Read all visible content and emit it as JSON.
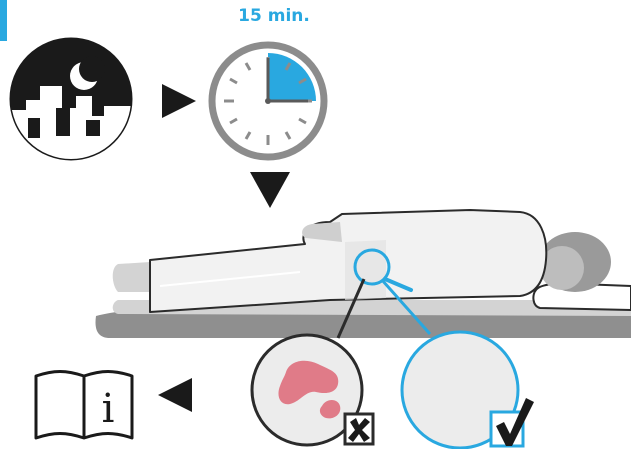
{
  "timer": {
    "duration_label": "15 min.",
    "elapsed_fraction": 0.25
  },
  "colors": {
    "accent": "#29a8e0",
    "icon_dark": "#1a1a1a",
    "clock_ring": "#8c8c8c",
    "sheet": "#f2f2f2",
    "outline": "#2b2b2b",
    "mattress": "#8f8f8f",
    "mattress_light": "#d3d3d3",
    "stain": "#e07b88",
    "lens_fill": "#ececec"
  },
  "icons": {
    "night": "night-city-moon-icon",
    "clock": "clock-icon",
    "manual": "instruction-manual-info-icon",
    "bad_result": "cross-mark-icon",
    "good_result": "check-mark-icon"
  },
  "manual_glyph": "i"
}
